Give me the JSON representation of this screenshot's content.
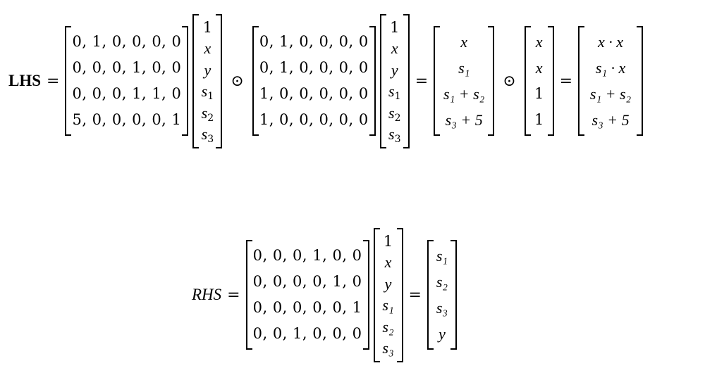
{
  "lhs": {
    "label": "LHS",
    "equals": "=",
    "odot": "⊙",
    "matrix_a": [
      "0, 1, 0, 0, 0, 0",
      "0, 0, 0, 1, 0, 0",
      "0, 0, 0, 1, 1, 0",
      "5, 0, 0, 0, 0, 1"
    ],
    "witness": [
      "1",
      "x",
      "y",
      "s",
      "s",
      "s"
    ],
    "witness_sub": [
      "",
      "",
      "",
      "1",
      "2",
      "3"
    ],
    "matrix_b": [
      "0, 1, 0, 0, 0, 0",
      "0, 1, 0, 0, 0, 0",
      "1, 0, 0, 0, 0, 0",
      "1, 0, 0, 0, 0, 0"
    ],
    "result_a": [
      "x",
      "s₁",
      "s₁ + s₂",
      "s₃ + 5"
    ],
    "result_b": [
      "x",
      "x",
      "1",
      "1"
    ],
    "result_final": [
      "x · x",
      "s₁ · x",
      "s₁ + s₂",
      "s₃ + 5"
    ]
  },
  "rhs": {
    "label": "RHS",
    "equals": "=",
    "matrix_c": [
      "0, 0, 0, 1, 0, 0",
      "0, 0, 0, 0, 1, 0",
      "0, 0, 0, 0, 0, 1",
      "0, 0, 1, 0, 0, 0"
    ],
    "witness": [
      "1",
      "x",
      "y",
      "s₁",
      "s₂",
      "s₃"
    ],
    "result": [
      "s₁",
      "s₂",
      "s₃",
      "y"
    ]
  }
}
